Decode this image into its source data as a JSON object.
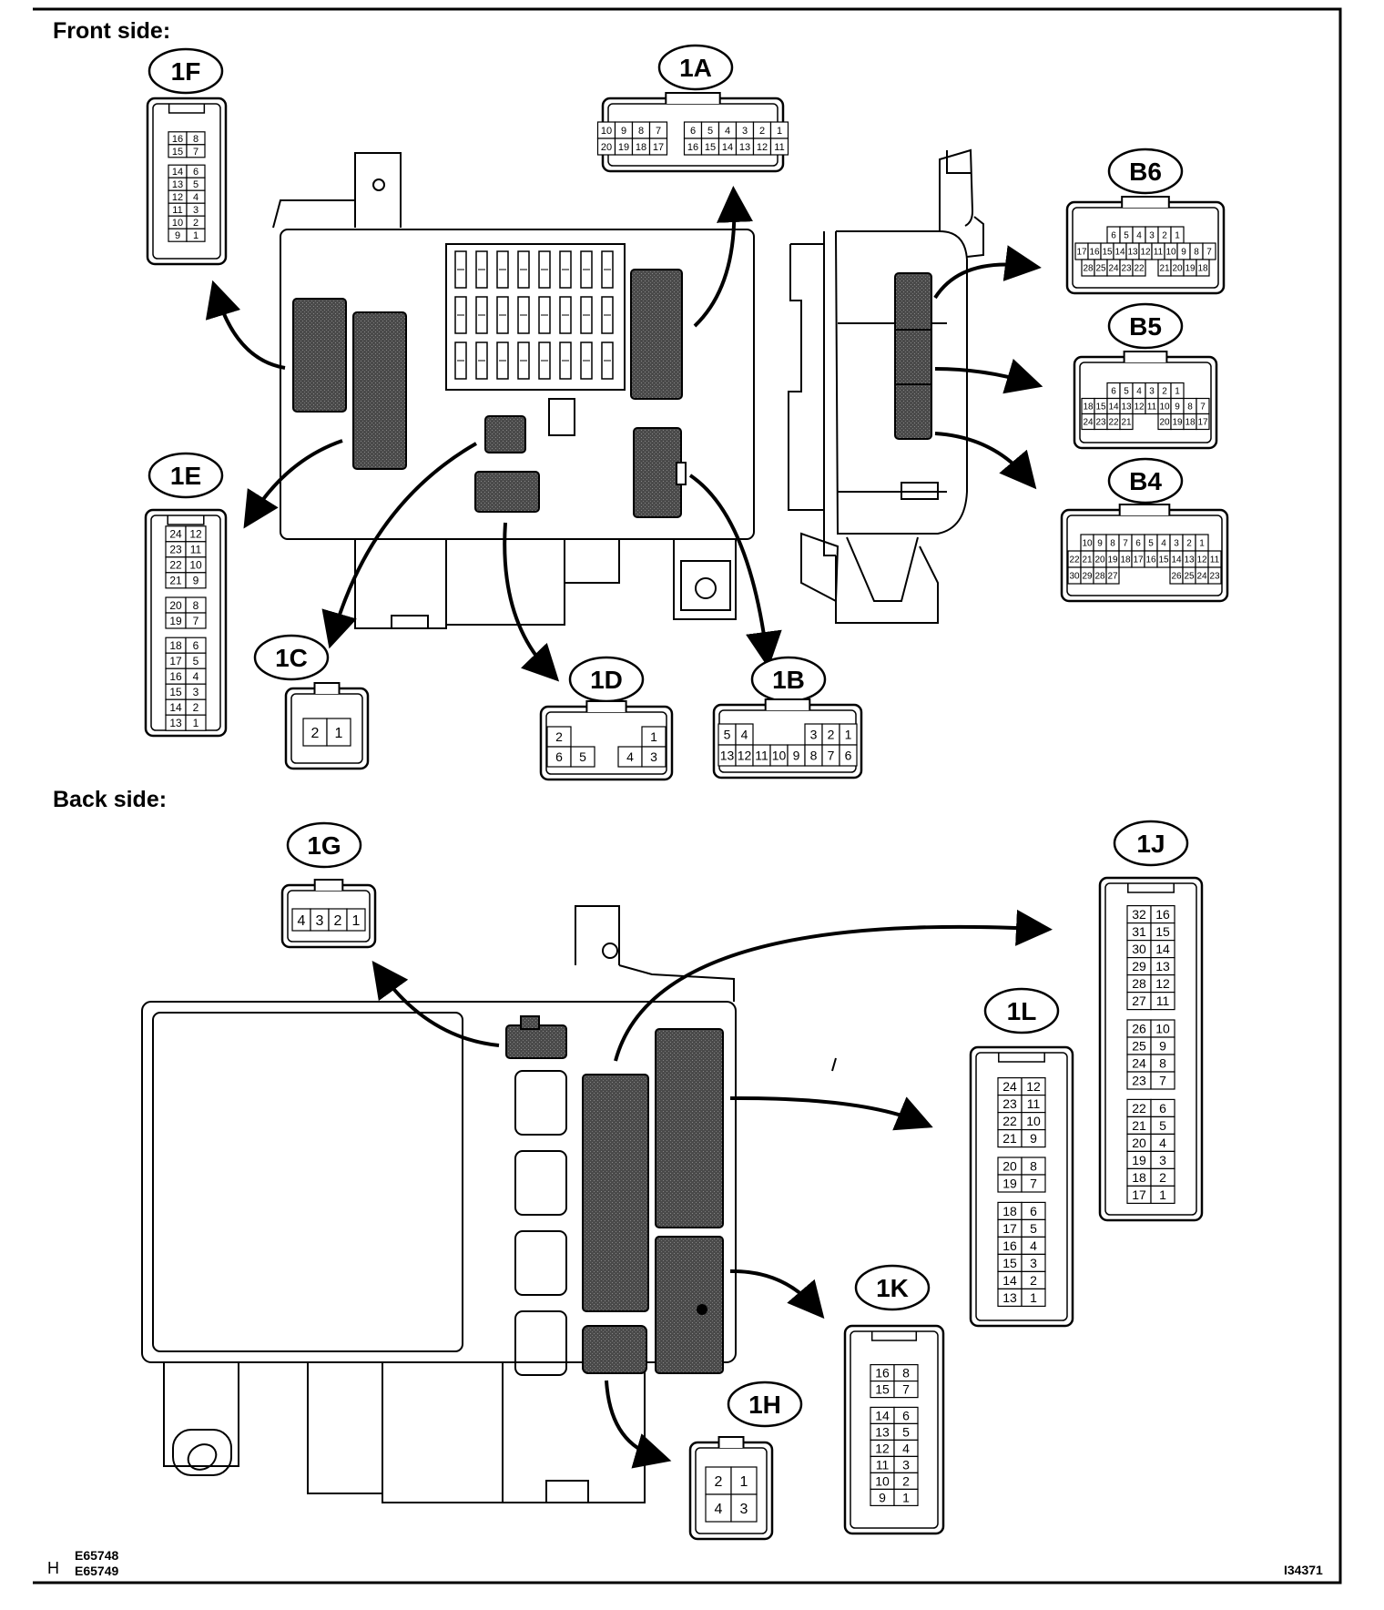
{
  "titles": {
    "front": "Front side:",
    "back": "Back side:"
  },
  "footer": {
    "prefix": "H",
    "code1": "E65748",
    "code2": "E65749",
    "ref": "I34371"
  },
  "connectors": {
    "1A": {
      "label": "1A",
      "type": "hwide",
      "rows": [
        [
          "10",
          "9",
          "8",
          "7",
          "",
          "6",
          "5",
          "4",
          "3",
          "2",
          "1"
        ],
        [
          "20",
          "19",
          "18",
          "17",
          "",
          "16",
          "15",
          "14",
          "13",
          "12",
          "11"
        ]
      ]
    },
    "1B": {
      "label": "1B",
      "type": "wide",
      "rows": [
        [
          "5",
          "4",
          "",
          "",
          "",
          "3",
          "2",
          "1"
        ],
        [
          "13",
          "12",
          "11",
          "10",
          "9",
          "8",
          "7",
          "6"
        ]
      ]
    },
    "1C": {
      "label": "1C",
      "type": "small",
      "rows": [
        [
          "2",
          "1"
        ]
      ]
    },
    "1D": {
      "label": "1D",
      "type": "wide",
      "rows": [
        [
          "2",
          "",
          "",
          "",
          "1"
        ],
        [
          "6",
          "5",
          "",
          "4",
          "3"
        ]
      ]
    },
    "1E": {
      "label": "1E",
      "type": "vert",
      "rows": [
        [
          "24",
          "12"
        ],
        [
          "23",
          "11"
        ],
        [
          "22",
          "10"
        ],
        [
          "21",
          "9"
        ],
        null,
        [
          "20",
          "8"
        ],
        [
          "19",
          "7"
        ],
        null,
        [
          "18",
          "6"
        ],
        [
          "17",
          "5"
        ],
        [
          "16",
          "4"
        ],
        [
          "15",
          "3"
        ],
        [
          "14",
          "2"
        ],
        [
          "13",
          "1"
        ]
      ]
    },
    "1F": {
      "label": "1F",
      "type": "vert",
      "rows": [
        [
          "16",
          "8"
        ],
        [
          "15",
          "7"
        ],
        null,
        [
          "14",
          "6"
        ],
        [
          "13",
          "5"
        ],
        [
          "12",
          "4"
        ],
        [
          "11",
          "3"
        ],
        [
          "10",
          "2"
        ],
        [
          "9",
          "1"
        ]
      ]
    },
    "1G": {
      "label": "1G",
      "type": "small",
      "rows": [
        [
          "4",
          "3",
          "2",
          "1"
        ]
      ]
    },
    "1H": {
      "label": "1H",
      "type": "small",
      "rows": [
        [
          "2",
          "1"
        ],
        [
          "4",
          "3"
        ]
      ]
    },
    "1J": {
      "label": "1J",
      "type": "vert",
      "rows": [
        [
          "32",
          "16"
        ],
        [
          "31",
          "15"
        ],
        [
          "30",
          "14"
        ],
        [
          "29",
          "13"
        ],
        [
          "28",
          "12"
        ],
        [
          "27",
          "11"
        ],
        null,
        [
          "26",
          "10"
        ],
        [
          "25",
          "9"
        ],
        [
          "24",
          "8"
        ],
        [
          "23",
          "7"
        ],
        null,
        [
          "22",
          "6"
        ],
        [
          "21",
          "5"
        ],
        [
          "20",
          "4"
        ],
        [
          "19",
          "3"
        ],
        [
          "18",
          "2"
        ],
        [
          "17",
          "1"
        ]
      ]
    },
    "1K": {
      "label": "1K",
      "type": "vert",
      "rows": [
        [
          "16",
          "8"
        ],
        [
          "15",
          "7"
        ],
        null,
        [
          "14",
          "6"
        ],
        [
          "13",
          "5"
        ],
        [
          "12",
          "4"
        ],
        [
          "11",
          "3"
        ],
        [
          "10",
          "2"
        ],
        [
          "9",
          "1"
        ]
      ]
    },
    "1L": {
      "label": "1L",
      "type": "vert",
      "rows": [
        [
          "24",
          "12"
        ],
        [
          "23",
          "11"
        ],
        [
          "22",
          "10"
        ],
        [
          "21",
          "9"
        ],
        null,
        [
          "20",
          "8"
        ],
        [
          "19",
          "7"
        ],
        null,
        [
          "18",
          "6"
        ],
        [
          "17",
          "5"
        ],
        [
          "16",
          "4"
        ],
        [
          "15",
          "3"
        ],
        [
          "14",
          "2"
        ],
        [
          "13",
          "1"
        ]
      ]
    },
    "B4": {
      "label": "B4",
      "type": "hwide",
      "rows": [
        [
          "10",
          "9",
          "8",
          "7",
          "6",
          "5",
          "4",
          "3",
          "2",
          "1"
        ],
        [
          "22",
          "21",
          "20",
          "19",
          "18",
          "17",
          "16",
          "15",
          "14",
          "13",
          "12",
          "11"
        ],
        [
          "30",
          "29",
          "28",
          "27",
          "",
          "",
          "",
          "",
          "26",
          "25",
          "24",
          "23"
        ]
      ]
    },
    "B5": {
      "label": "B5",
      "type": "hwide",
      "rows": [
        [
          "6",
          "5",
          "4",
          "3",
          "2",
          "1"
        ],
        [
          "18",
          "15",
          "14",
          "13",
          "12",
          "11",
          "10",
          "9",
          "8",
          "7"
        ],
        [
          "24",
          "23",
          "22",
          "21",
          "",
          "",
          "20",
          "19",
          "18",
          "17"
        ]
      ]
    },
    "B6": {
      "label": "B6",
      "type": "hwide",
      "rows": [
        [
          "6",
          "5",
          "4",
          "3",
          "2",
          "1"
        ],
        [
          "17",
          "16",
          "15",
          "14",
          "13",
          "12",
          "11",
          "10",
          "9",
          "8",
          "7"
        ],
        [
          "28",
          "25",
          "24",
          "23",
          "22",
          "",
          "21",
          "20",
          "19",
          "18"
        ]
      ]
    }
  }
}
